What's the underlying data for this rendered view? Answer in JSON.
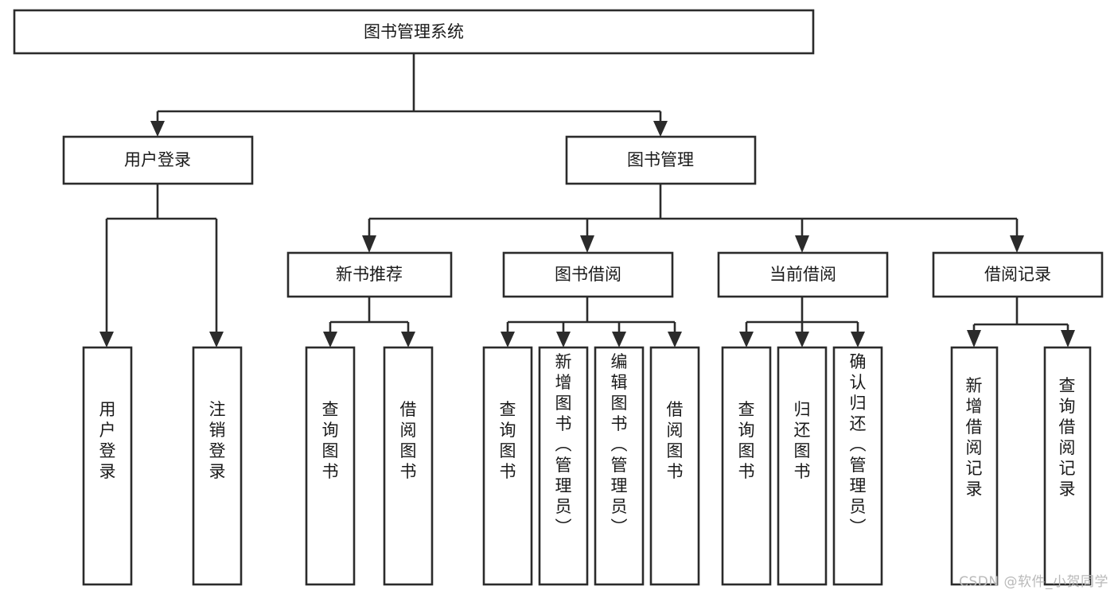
{
  "diagram": {
    "type": "tree-hierarchy-flowchart",
    "title": "图书管理系统",
    "watermark": "CSDN @软件_小贺同学",
    "colors": {
      "background": "#ffffff",
      "stroke": "#2b2b2b",
      "box_fill": "#ffffff",
      "text": "#1a1a1a",
      "watermark": "#b9b9b9"
    },
    "nodes": {
      "root": {
        "label": "图书管理系统",
        "level": 0,
        "orientation": "horizontal"
      },
      "level1": [
        {
          "id": "user-login",
          "label": "用户登录"
        },
        {
          "id": "book-management",
          "label": "图书管理"
        }
      ],
      "level2": [
        {
          "id": "new-book-recommend",
          "label": "新书推荐",
          "parent": "book-management"
        },
        {
          "id": "book-borrow",
          "label": "图书借阅",
          "parent": "book-management"
        },
        {
          "id": "current-borrow",
          "label": "当前借阅",
          "parent": "book-management"
        },
        {
          "id": "borrow-record",
          "label": "借阅记录",
          "parent": "book-management"
        }
      ],
      "leaves": [
        {
          "id": "leaf-user-login",
          "label": "用户登录",
          "parent": "user-login",
          "orientation": "vertical"
        },
        {
          "id": "leaf-user-logout",
          "label": "注销登录",
          "parent": "user-login",
          "orientation": "vertical"
        },
        {
          "id": "leaf-query-book-1",
          "label": "查询图书",
          "parent": "new-book-recommend",
          "orientation": "vertical"
        },
        {
          "id": "leaf-borrow-book-1",
          "label": "借阅图书",
          "parent": "new-book-recommend",
          "orientation": "vertical"
        },
        {
          "id": "leaf-query-book-2",
          "label": "查询图书",
          "parent": "book-borrow",
          "orientation": "vertical"
        },
        {
          "id": "leaf-add-book",
          "label": "新增图书（管理员）",
          "parent": "book-borrow",
          "orientation": "vertical"
        },
        {
          "id": "leaf-edit-book",
          "label": "编辑图书（管理员）",
          "parent": "book-borrow",
          "orientation": "vertical"
        },
        {
          "id": "leaf-borrow-book-2",
          "label": "借阅图书",
          "parent": "book-borrow",
          "orientation": "vertical"
        },
        {
          "id": "leaf-query-book-3",
          "label": "查询图书",
          "parent": "current-borrow",
          "orientation": "vertical"
        },
        {
          "id": "leaf-return-book",
          "label": "归还图书",
          "parent": "current-borrow",
          "orientation": "vertical"
        },
        {
          "id": "leaf-confirm-return",
          "label": "确认归还（管理员）",
          "parent": "current-borrow",
          "orientation": "vertical"
        },
        {
          "id": "leaf-add-record",
          "label": "新增借阅记录",
          "parent": "borrow-record",
          "orientation": "vertical"
        },
        {
          "id": "leaf-query-record",
          "label": "查询借阅记录",
          "parent": "borrow-record",
          "orientation": "vertical"
        }
      ]
    }
  }
}
